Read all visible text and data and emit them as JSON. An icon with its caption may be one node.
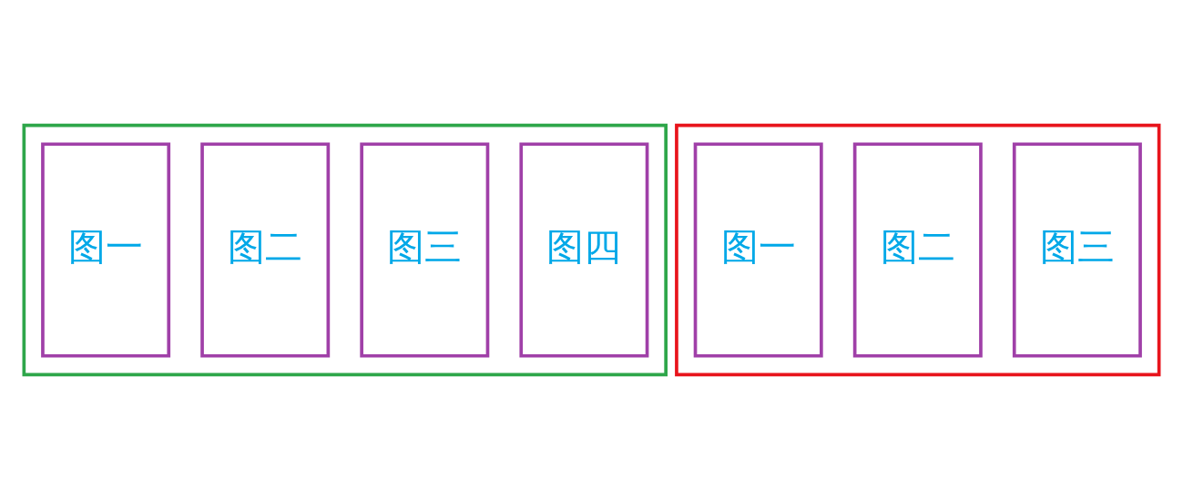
{
  "diagram": {
    "nodes": [
      {
        "text": [],
        "shape": "box"
      },
      {
        "text": [
          "图一"
        ],
        "in": 0
      },
      {
        "text": [
          "图二"
        ],
        "in": 0
      },
      {
        "text": [
          "图三"
        ],
        "in": 0
      },
      {
        "text": [
          "图四"
        ],
        "in": 0
      },
      {
        "text": [],
        "shape": "box"
      },
      {
        "text": [
          "图一"
        ],
        "in": 5
      },
      {
        "text": [
          "图二"
        ],
        "in": 5
      },
      {
        "text": [
          "图三"
        ],
        "in": 5
      }
    ]
  }
}
